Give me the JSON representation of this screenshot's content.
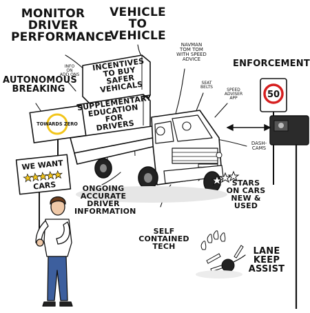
{
  "labels": {
    "monitor_driver_performance": "MONITOR\nDRIVER\nPERFORMANCE",
    "vehicle_to_vehicle": "VEHICLE\nTO\nVEHICLE",
    "autonomous_breaking": "AUTONOMOUS\nBREAKING",
    "info_on_add_ons": "INFO\nON\nADD ONS",
    "incentives": "INCENTIVES\nTO BUY\nSAFER\nVEHICALS",
    "navman": "NAVMAN\nTOM TOM\nWITH SPEED\nADVICE",
    "enforcement": "ENFORCEMENT",
    "seat_belts": "SEAT\nBELTS",
    "speed_adviser_app": "SPEED\nADVISER\nAPP",
    "supplementary_education": "SUPPLEMENTARY\nEDUCATION\nFOR\nDRIVERS",
    "dash_cams": "DASH-\nCAMS",
    "ongoing_info": "ONGOING\nACCURATE\nDRIVER\nINFORMATION",
    "stars_on_cars": "STARS\nON CARS\nNEW &\nUSED",
    "self_contained_tech": "SELF\nCONTAINED\nTECH",
    "lane_keep_assist": "LANE\nKEEP\nASSIST"
  },
  "signs": {
    "towards_zero": "TOWARDS ZERO",
    "we_want_line1": "WE WANT",
    "we_want_line2": "CARS",
    "speed_limit": "50",
    "truck_plate": "TOWARDS ZERO"
  },
  "colors": {
    "ink": "#111111",
    "yellow": "#f2c51b",
    "speed_ring": "#d61f1f",
    "shirt": "#ffffff",
    "trousers": "#3d5f9e",
    "hair": "#6b3d1e",
    "skin": "#f0c9a8",
    "camera_box": "#2b2b2b"
  },
  "icons": {
    "stars": "star-icon",
    "bowling_pins": "bowling-pin-icon",
    "bowling_ball": "bowling-ball-icon"
  }
}
